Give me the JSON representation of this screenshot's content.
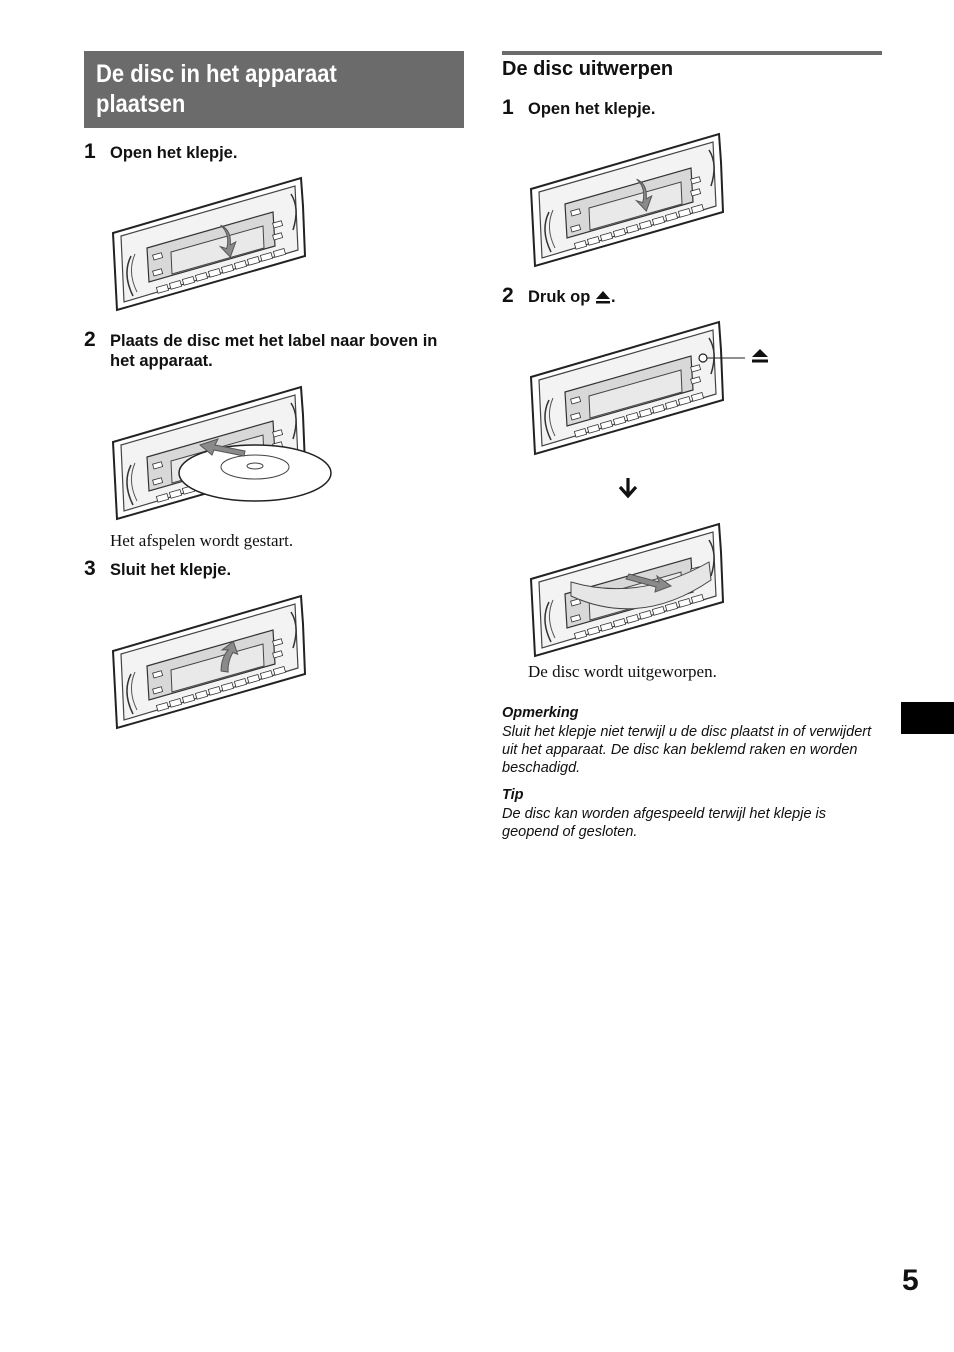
{
  "left": {
    "title": "De disc in het apparaat plaatsen",
    "step1": {
      "num": "1",
      "text": "Open het klepje."
    },
    "step2": {
      "num": "2",
      "text": "Plaats de disc met het label naar boven in het apparaat."
    },
    "step2_result": "Het afspelen wordt gestart.",
    "step3": {
      "num": "3",
      "text": "Sluit het klepje."
    }
  },
  "right": {
    "heading": "De disc uitwerpen",
    "step1": {
      "num": "1",
      "text": "Open het klepje."
    },
    "step2": {
      "num": "2",
      "text": "Druk op",
      "text_suffix": "."
    },
    "step2_result": "De disc wordt uitgeworpen.",
    "note": {
      "title": "Opmerking",
      "text": "Sluit het klepje niet terwijl u de disc plaatst in of verwijdert uit het apparaat. De disc kan beklemd raken en worden beschadigd."
    },
    "tip": {
      "title": "Tip",
      "text": "De disc kan worden afgespeeld terwijl het klepje is geopend of gesloten."
    }
  },
  "page_number": "5",
  "icons": {
    "eject": "eject-icon",
    "arrow_down": "arrow-down-icon"
  },
  "colors": {
    "title_bar": "#6b6b6b",
    "text": "#111111",
    "tab": "#000000"
  }
}
